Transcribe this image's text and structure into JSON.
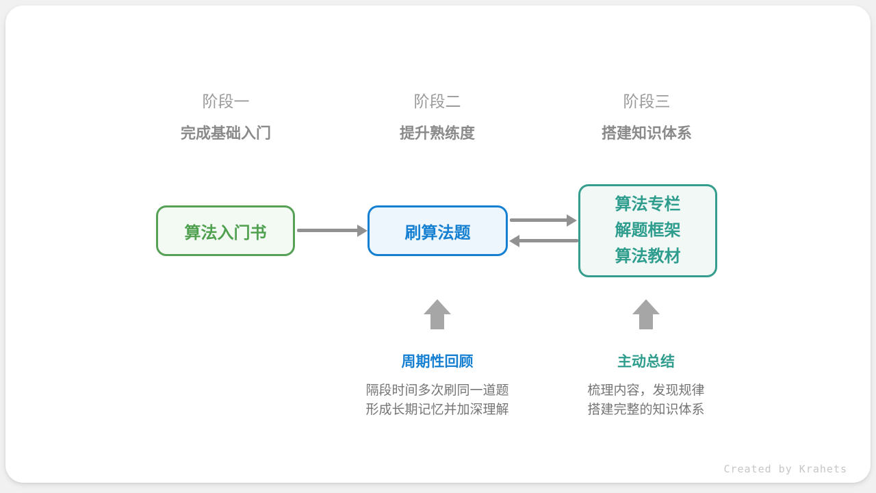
{
  "stages": [
    {
      "label": "阶段一",
      "title": "完成基础入门"
    },
    {
      "label": "阶段二",
      "title": "提升熟练度"
    },
    {
      "label": "阶段三",
      "title": "搭建知识体系"
    }
  ],
  "nodes": {
    "intro_book": {
      "text": "算法入门书"
    },
    "practice": {
      "text": "刷算法题"
    },
    "resources": {
      "lines": [
        "算法专栏",
        "解题框架",
        "算法教材"
      ]
    }
  },
  "annotations": {
    "review": {
      "title": "周期性回顾",
      "lines": [
        "隔段时间多次刷同一道题",
        "形成长期记忆并加深理解"
      ]
    },
    "summarize": {
      "title": "主动总结",
      "lines": [
        "梳理内容，发现规律",
        "搭建完整的知识体系"
      ]
    }
  },
  "colors": {
    "green_node": "#56a156",
    "blue_node": "#1580d2",
    "teal_node": "#359d8e",
    "arrow_gray": "#919191",
    "block_arrow_gray": "#a6a6a6",
    "stage_label_gray": "#9a9a9a",
    "stage_title_gray": "#8a8a8a",
    "desc_gray": "#757575",
    "card_background": "#ffffff",
    "page_background": "#f1f1f1"
  },
  "footer": {
    "credit": "Created by Krahets"
  }
}
